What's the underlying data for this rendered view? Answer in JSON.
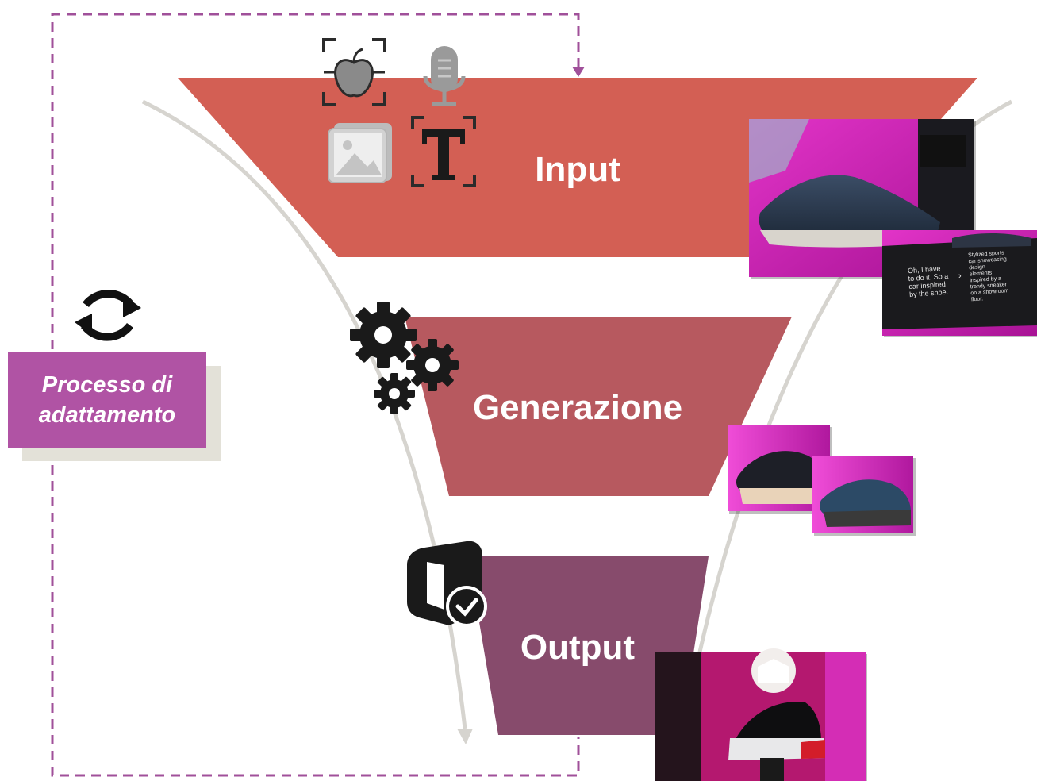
{
  "stages": [
    {
      "label": "Input",
      "color": "#d35f54"
    },
    {
      "label": "Generazione",
      "color": "#b7595f"
    },
    {
      "label": "Output",
      "color": "#874b6c"
    }
  ],
  "adaptation": {
    "line1": "Processo di",
    "line2": "adattamento",
    "color": "#b053a4"
  },
  "photo_cards": [
    {
      "lines": [
        "Oh, I have",
        "to do it. So a",
        "car inspired",
        "by the shoe."
      ]
    },
    {
      "lines": [
        "Stylized sports",
        "car showcasing",
        "design",
        "elements",
        "inspired by a",
        "trendy sneaker",
        "on a showroom",
        "floor."
      ]
    }
  ],
  "icons": [
    "focus-apple-icon",
    "microphone-icon",
    "image-icon",
    "text-icon",
    "sync-icon",
    "gears-icon",
    "verified-product-icon"
  ],
  "accent": {
    "dashed": "#a0509a",
    "arc": "#d6d4cf",
    "magenta": "#d11fc4"
  }
}
